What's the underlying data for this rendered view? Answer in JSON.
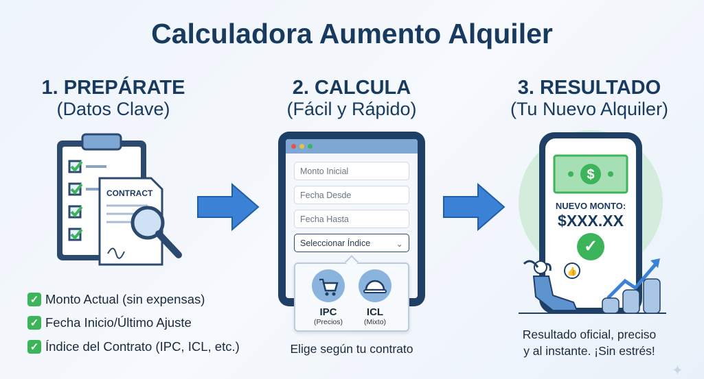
{
  "title": "Calculadora Aumento Alquiler",
  "steps": [
    {
      "heading": "1. PREPÁRATE",
      "sub": "(Datos Clave)",
      "contract_label": "CONTRACT",
      "checklist": [
        "Monto Actual (sin expensas)",
        "Fecha Inicio/Último Ajuste",
        "Índice del Contrato (IPC, ICL, etc.)"
      ]
    },
    {
      "heading": "2. CALCULA",
      "sub": "(Fácil y Rápido)",
      "fields": [
        "Monto Inicial",
        "Fecha Desde",
        "Fecha Hasta"
      ],
      "select": "Seleccionar Índice",
      "options": [
        {
          "label": "IPC",
          "sub": "(Precios)",
          "icon": "shopping-cart"
        },
        {
          "label": "ICL",
          "sub": "(Mixto)",
          "icon": "hard-hat"
        }
      ],
      "caption": "Elige según tu contrato"
    },
    {
      "heading": "3. RESULTADO",
      "sub": "(Tu Nuevo Alquiler)",
      "result_label": "NUEVO MONTO:",
      "result_value": "$XXX.XX",
      "caption_line1": "Resultado oficial, preciso",
      "caption_line2": "y al instante. ¡Sin estrés!"
    }
  ],
  "colors": {
    "navy": "#173a5e",
    "blue": "#3b82d6",
    "green": "#3cb55a"
  }
}
